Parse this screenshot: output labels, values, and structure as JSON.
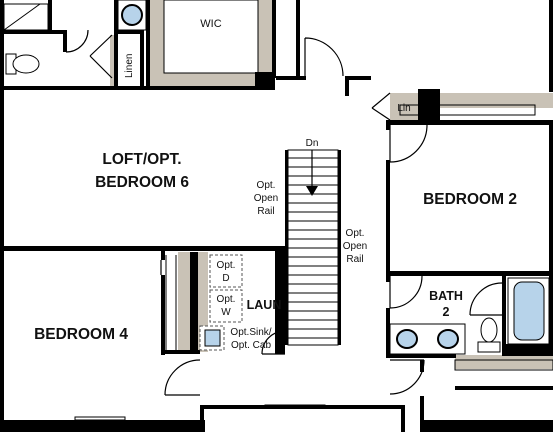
{
  "rooms": {
    "wic": "WIC",
    "loft_line1": "LOFT/OPT.",
    "loft_line2": "BEDROOM 6",
    "bedroom2": "BEDROOM 2",
    "bedroom4": "BEDROOM 4",
    "bath2_line1": "BATH",
    "bath2_line2": "2",
    "laundry": "LAUN"
  },
  "labels": {
    "linen_vertical": "Linen",
    "linen_short": "Lin",
    "stair_down": "Dn",
    "rail_left": [
      "Opt.",
      "Open",
      "Rail"
    ],
    "rail_right": [
      "Opt.",
      "Open",
      "Rail"
    ],
    "opt_d": [
      "Opt.",
      "D"
    ],
    "opt_w": [
      "Opt.",
      "W"
    ],
    "opt_sink": [
      "Opt.Sink/",
      "Opt. Cab"
    ]
  },
  "colors": {
    "wall": "#000000",
    "wall_fill": "#c9c2b6",
    "fixture": "#b7d3ea",
    "background": "#ffffff"
  }
}
